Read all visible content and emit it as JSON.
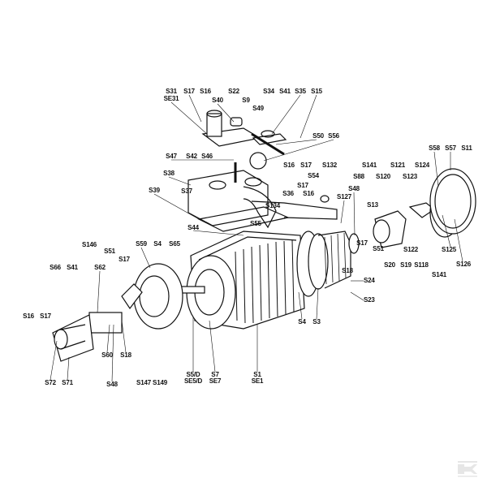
{
  "diagram": {
    "type": "exploded parts diagram",
    "labels": {
      "top": [
        "S31",
        "SE31",
        "S17",
        "S16",
        "S22",
        "S40",
        "S9",
        "S34",
        "S41",
        "S35",
        "S15",
        "S49",
        "S50",
        "S56",
        "S47",
        "S42",
        "S46",
        "S38",
        "S16",
        "S17",
        "S132",
        "S54",
        "S37",
        "S17",
        "S36",
        "S16",
        "S134",
        "S127",
        "S39",
        "S44",
        "S55"
      ],
      "right": [
        "S141",
        "S88",
        "S120",
        "S121",
        "S124",
        "S123",
        "S58",
        "S57",
        "S11",
        "S48",
        "S13",
        "S17",
        "S51",
        "S122",
        "S20",
        "S19",
        "S118",
        "S125",
        "S126",
        "S141",
        "S18",
        "S24",
        "S23"
      ],
      "bottom": [
        "S4",
        "S3",
        "S1",
        "SE1",
        "S7",
        "SE7",
        "S5/D",
        "SE5/D"
      ],
      "left": [
        "S146",
        "S66",
        "S41",
        "S51",
        "S62",
        "S17",
        "S59",
        "S4",
        "S65",
        "S16",
        "S17",
        "S60",
        "S18",
        "S72",
        "S71",
        "S48",
        "S147",
        "S149"
      ]
    }
  },
  "logo": {
    "text": "K",
    "color": "#e6e6e6"
  }
}
